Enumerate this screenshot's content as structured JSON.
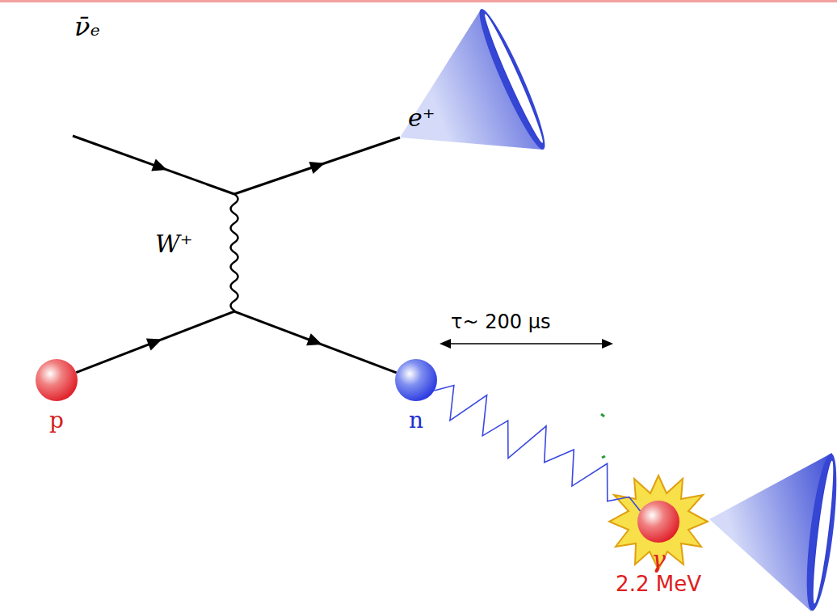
{
  "diagram": {
    "nodes": [
      {
        "text": [
          "p"
        ]
      },
      {
        "text": [
          "n"
        ]
      },
      {
        "text": [
          "γ",
          "2.2 MeV"
        ]
      }
    ],
    "edges": [
      {
        "from": 0,
        "to": 1,
        "arrow": "to"
      },
      {
        "from": 1,
        "to": 2,
        "arrow": "none"
      }
    ],
    "labels": [
      "ν̄ₑ",
      "e⁺",
      "W⁺",
      "τ~ 200 μs"
    ]
  }
}
